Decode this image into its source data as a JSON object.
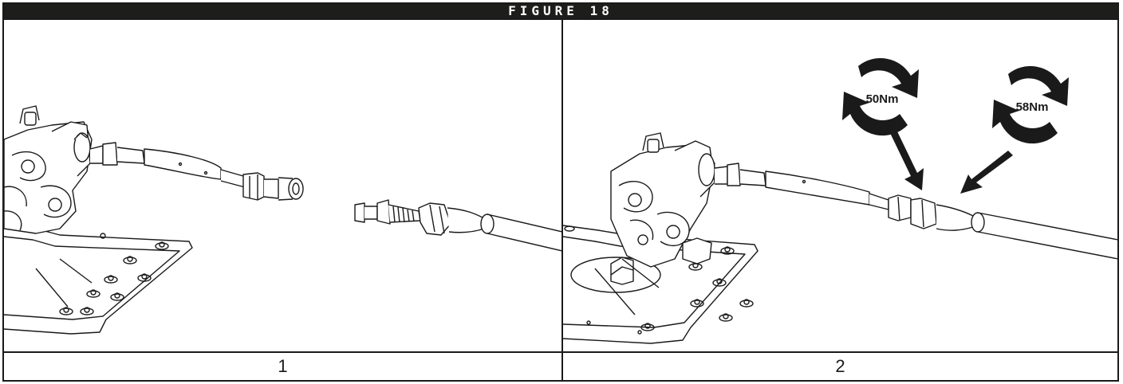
{
  "figure": {
    "title": "FIGURE 18"
  },
  "panels": [
    {
      "caption": "1"
    },
    {
      "caption": "2"
    }
  ],
  "torque": [
    {
      "label": "50Nm"
    },
    {
      "label": "58Nm"
    }
  ]
}
